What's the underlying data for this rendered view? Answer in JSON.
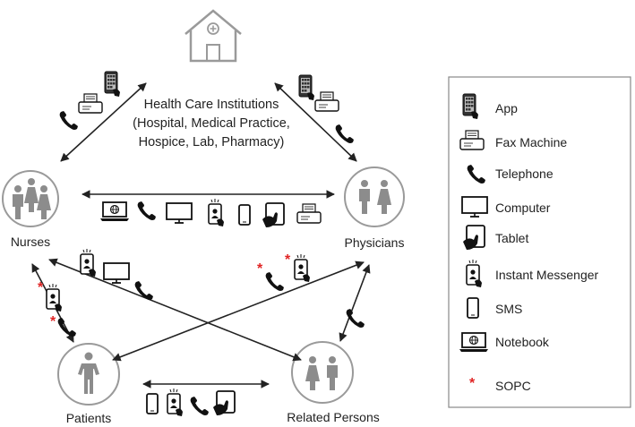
{
  "nodes": {
    "institution": {
      "title": "Health Care Institutions",
      "subtitle_line1": "(Hospital, Medical Practice,",
      "subtitle_line2": "Hospice, Lab, Pharmacy)"
    },
    "nurses": "Nurses",
    "physicians": "Physicians",
    "patients": "Patients",
    "related_persons": "Related Persons"
  },
  "legend": {
    "items": [
      {
        "icon": "app-icon",
        "label": "App"
      },
      {
        "icon": "fax-machine-icon",
        "label": "Fax Machine"
      },
      {
        "icon": "telephone-icon",
        "label": "Telephone"
      },
      {
        "icon": "computer-icon",
        "label": "Computer"
      },
      {
        "icon": "tablet-icon",
        "label": "Tablet"
      },
      {
        "icon": "instant-messenger-icon",
        "label": "Instant Messenger"
      },
      {
        "icon": "sms-icon",
        "label": "SMS"
      },
      {
        "icon": "notebook-icon",
        "label": "Notebook"
      },
      {
        "icon": "sopc-asterisk",
        "label": "SOPC"
      }
    ]
  },
  "sopc_marker": "*",
  "colors": {
    "line": "#222222",
    "circle_stroke": "#9a9a9a",
    "person_fill": "#8c8c8c",
    "sopc": "#e02424"
  }
}
